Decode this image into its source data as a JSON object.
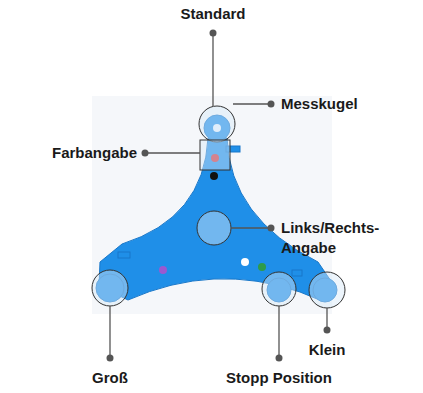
{
  "diagram": {
    "labels": [
      "Standard",
      "Messkugel",
      "Farbangabe",
      "Links/Rechts-Angabe",
      "Groß",
      "Stopp Position",
      "Klein"
    ]
  }
}
